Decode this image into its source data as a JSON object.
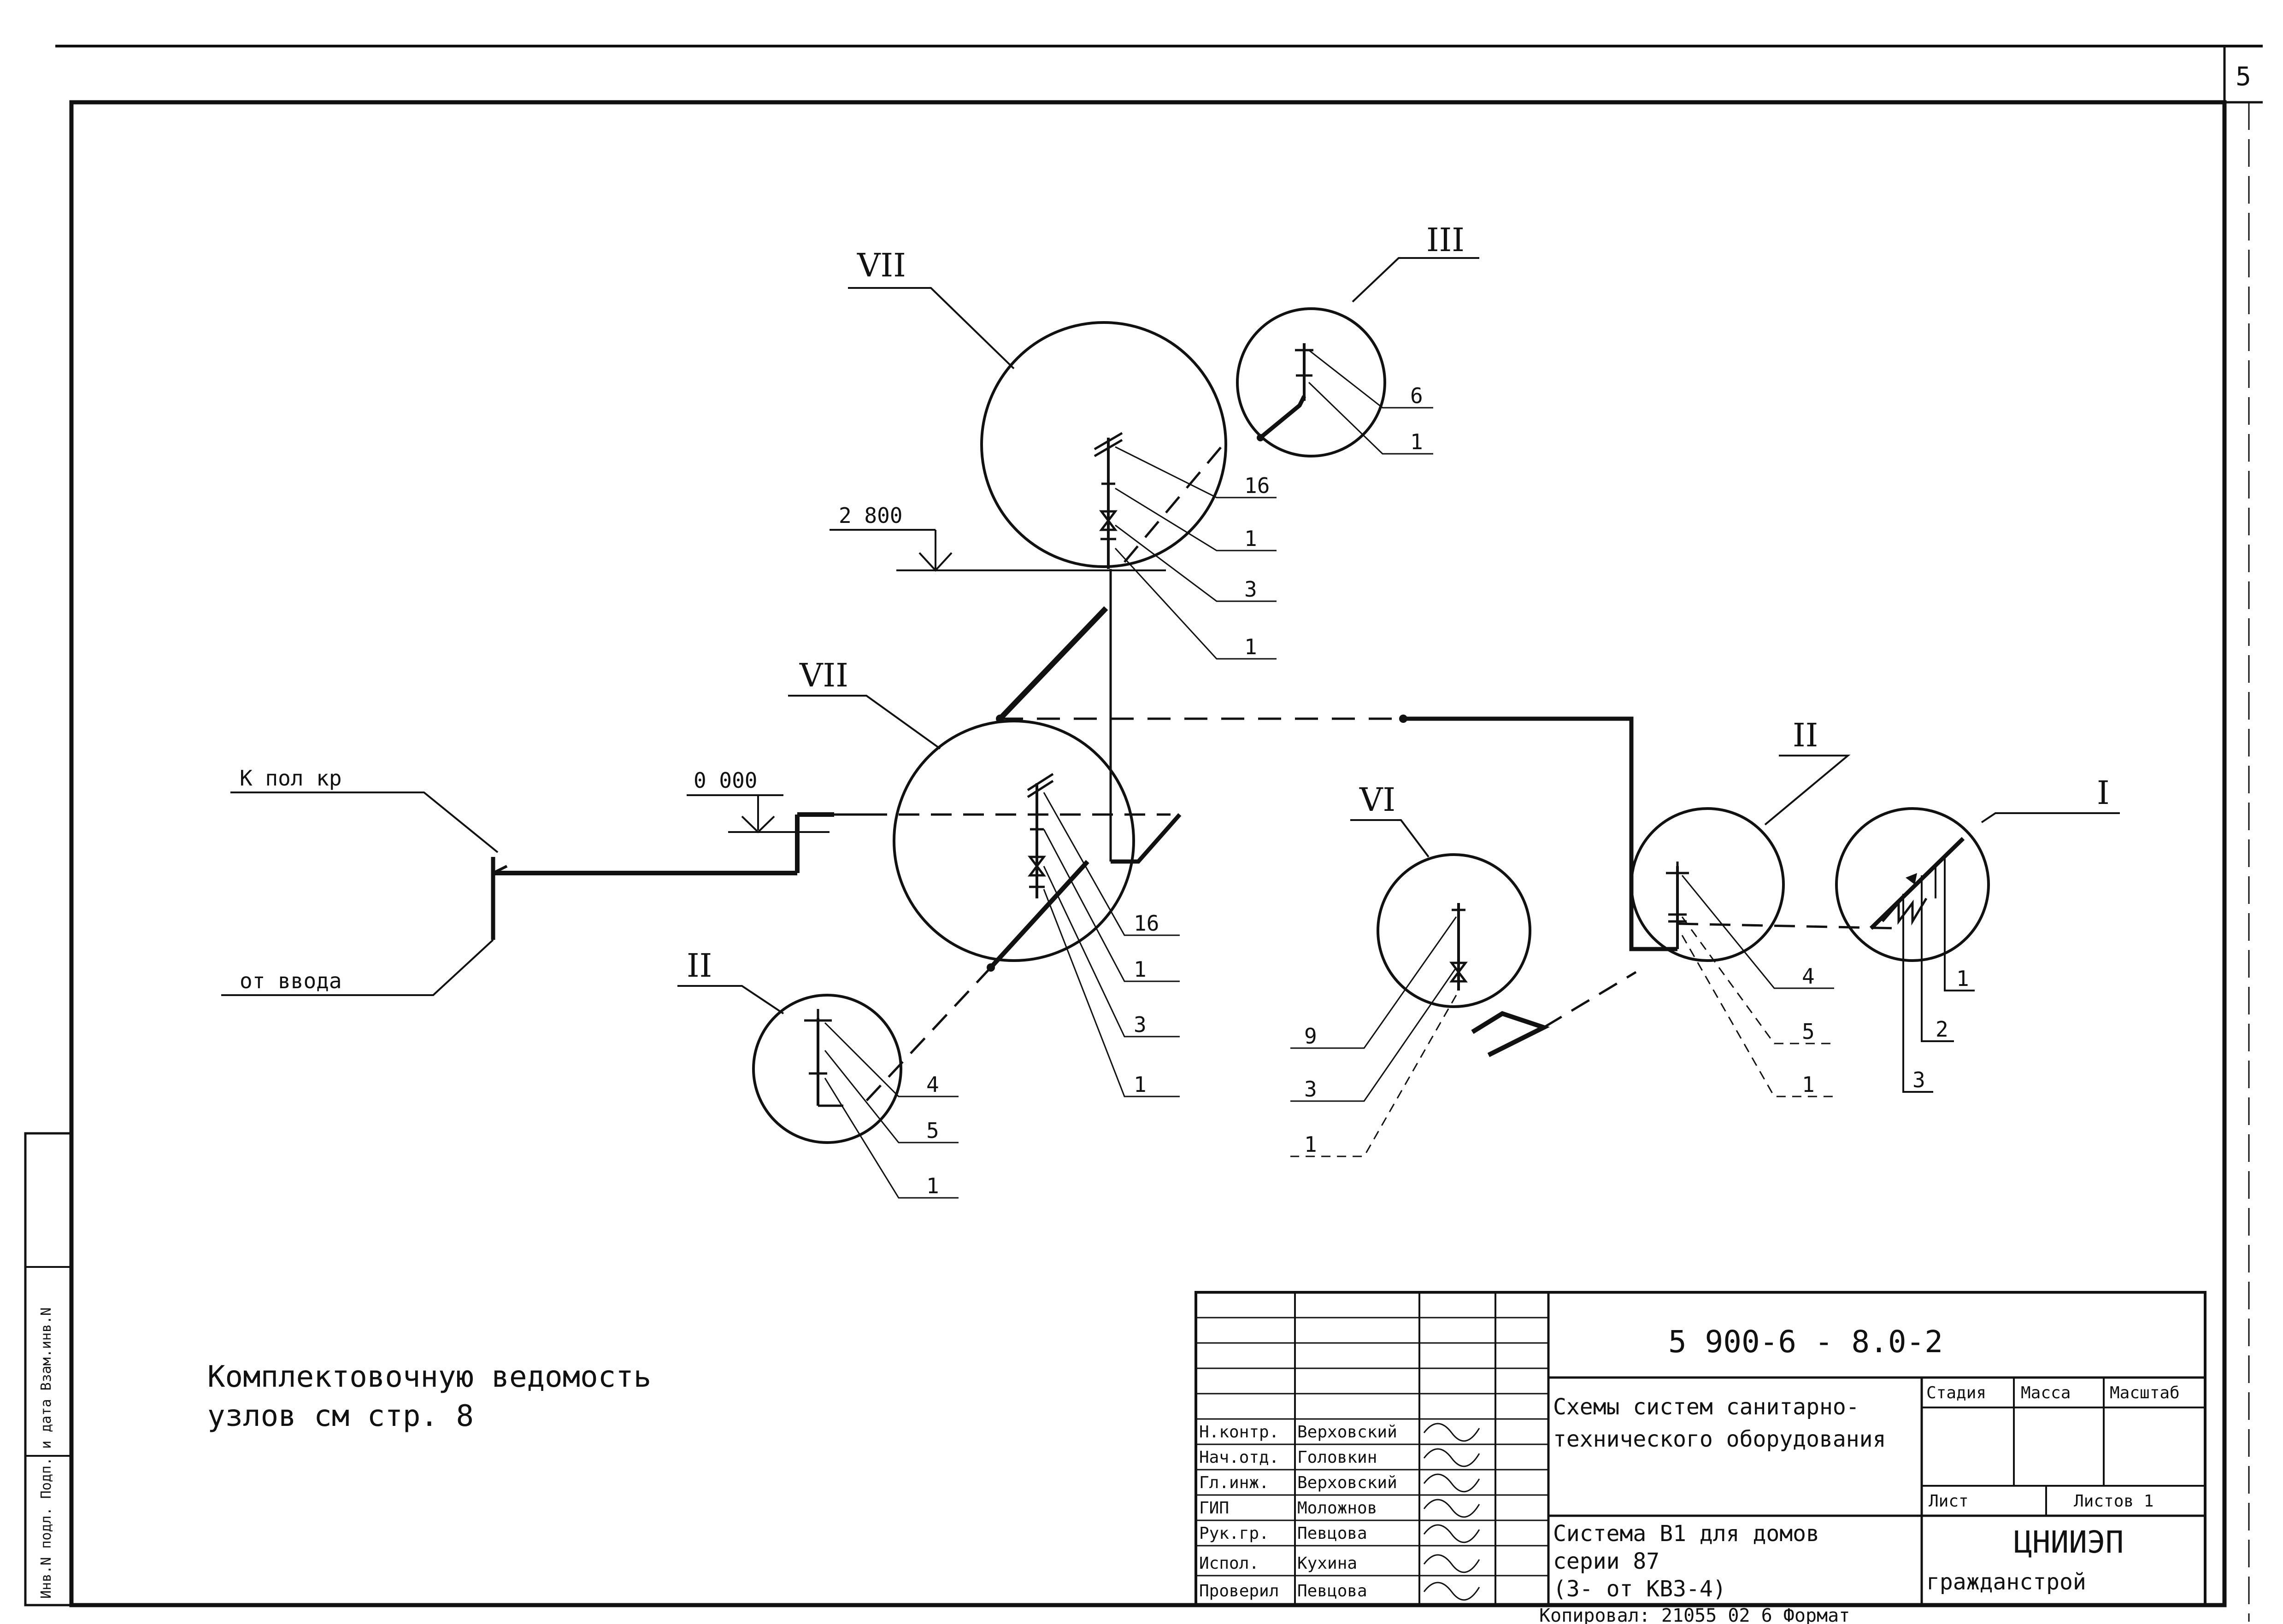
{
  "sheet": {
    "page_number": "5",
    "side_stamp": "Инв.N подл. Подп. и дата Взам.инв.N",
    "bottom_stamp": "Копировал: 21055 02 6  Формат"
  },
  "diagram": {
    "callouts": {
      "node_vii_top": "VII",
      "node_iii": "III",
      "node_vii_mid": "VII",
      "node_ii_left": "II",
      "node_vi": "VI",
      "node_ii_right": "II",
      "node_i": "I"
    },
    "levels": {
      "upper": "2 800",
      "ground": "0 000"
    },
    "inlet": {
      "to_pipe": "К  пол  кр",
      "from_inlet": "от  ввода"
    },
    "positions": {
      "vii_top": [
        "16",
        "1",
        "3",
        "1"
      ],
      "iii": [
        "6",
        "1"
      ],
      "vii_mid": [
        "16",
        "1",
        "3",
        "1"
      ],
      "ii_left": [
        "4",
        "5",
        "1"
      ],
      "vi": [
        "9",
        "3",
        "1"
      ],
      "ii_right": [
        "4",
        "5",
        "1"
      ],
      "i": [
        "1",
        "2",
        "3"
      ]
    },
    "note_line1": "Комплектовочную  ведомость",
    "note_line2": "узлов  см  стр.  8"
  },
  "title_block": {
    "doc_code": "5 900-6 - 8.0-2",
    "roles": [
      "Н.контр.",
      "Нач.отд.",
      "Гл.инж.",
      "ГИП",
      "Рук.гр.",
      "Испол.",
      "Проверил"
    ],
    "names": [
      "Верховский",
      "Головкин",
      "Верховский",
      "Моложнов",
      "Певцова",
      "Кухина",
      "Певцова"
    ],
    "drawing_title_1": "Схемы систем санитарно-",
    "drawing_title_2": "технического оборудования",
    "system_line_1": "Система В1 для домов",
    "system_line_2": "серии 87",
    "system_line_3": "(3- от  КВЗ-4)",
    "col_stage": "Стадия",
    "col_mass": "Масса",
    "col_scale": "Масштаб",
    "sheet_label": "Лист",
    "sheets_label": "Листов 1",
    "org_1": "ЦНИИЭП",
    "org_2": "гражданстрой"
  }
}
